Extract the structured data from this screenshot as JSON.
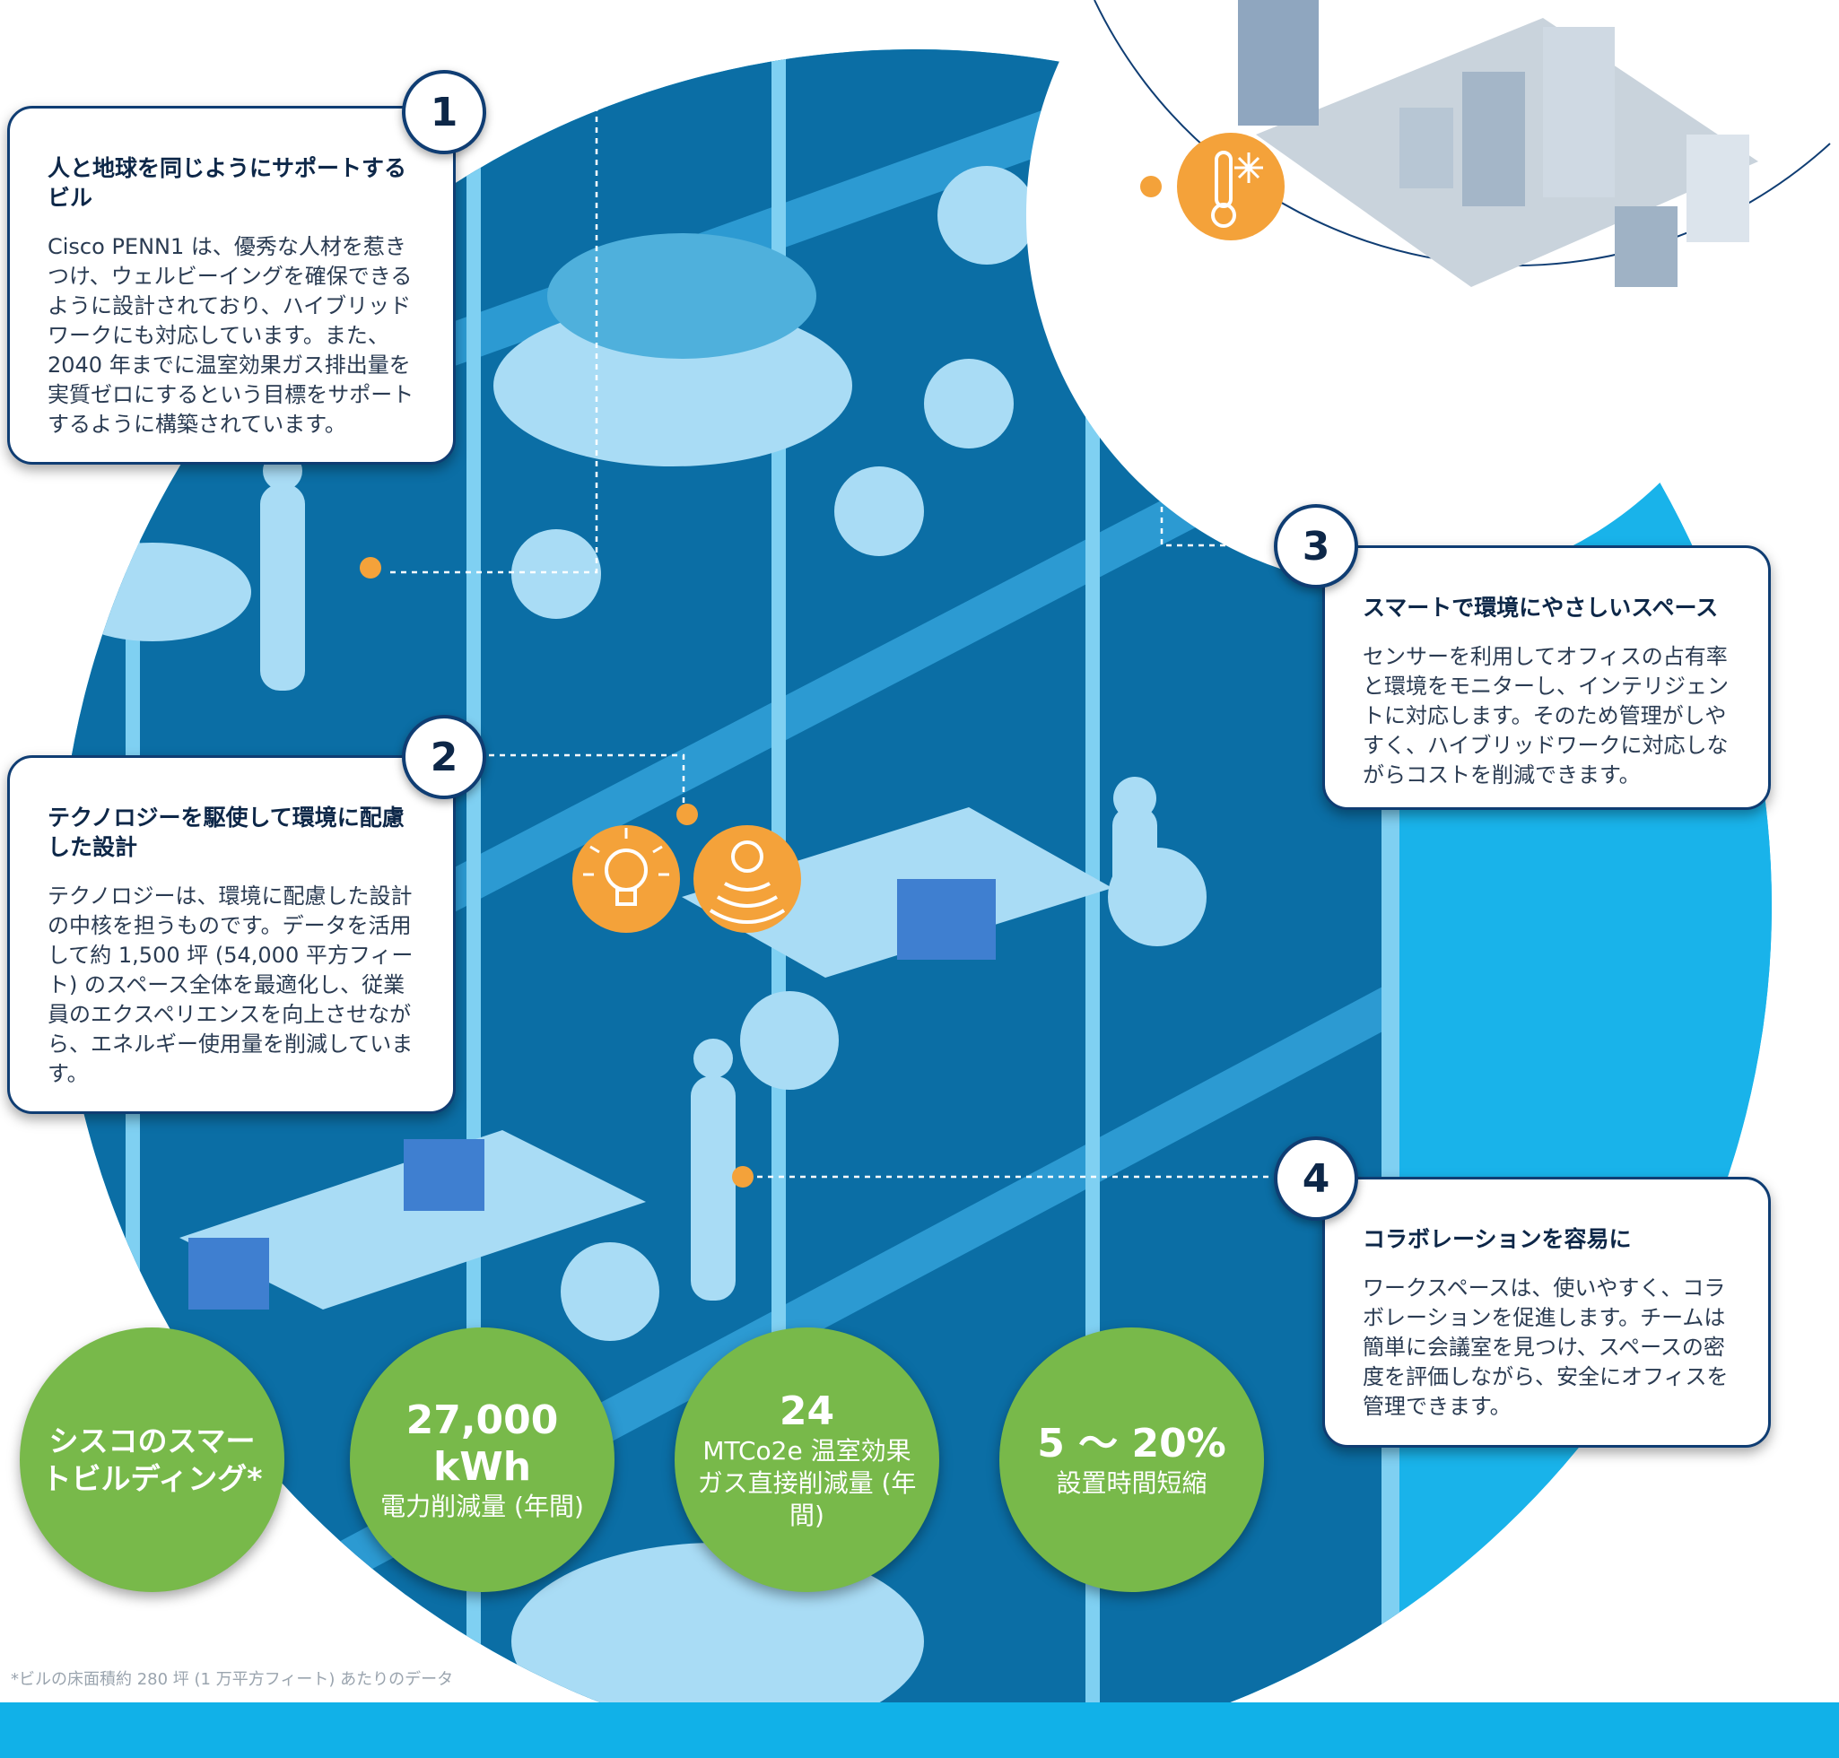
{
  "cards": [
    {
      "number": "1",
      "title": "人と地球を同じようにサポートするビル",
      "body": "Cisco PENN1 は、優秀な人材を惹きつけ、ウェルビーイングを確保できるように設計されており、ハイブリッドワークにも対応しています。また、2040 年までに温室効果ガス排出量を実質ゼロにするという目標をサポートするように構築されています。"
    },
    {
      "number": "2",
      "title": "テクノロジーを駆使して環境に配慮した設計",
      "body": "テクノロジーは、環境に配慮した設計の中核を担うものです。データを活用して約 1,500 坪 (54,000 平方フィート) のスペース全体を最適化し、従業員のエクスペリエンスを向上させながら、エネルギー使用量を削減しています。"
    },
    {
      "number": "3",
      "title": "スマートで環境にやさしいスペース",
      "body": "センサーを利用してオフィスの占有率と環境をモニターし、インテリジェントに対応します。そのため管理がしやすく、ハイブリッドワークに対応しながらコストを削減できます。"
    },
    {
      "number": "4",
      "title": "コラボレーションを容易に",
      "body": "ワークスペースは、使いやすく、コラボレーションを促進します。チームは簡単に会議室を見つけ、スペースの密度を評価しながら、安全にオフィスを管理できます。"
    }
  ],
  "stats": [
    {
      "lead": "シスコのスマートビルディング*"
    },
    {
      "value": "27,000 kWh",
      "label": "電力削減量 (年間)"
    },
    {
      "value": "24",
      "label": "MTCo2e 温室効果ガス直接削減量 (年間)"
    },
    {
      "value": "5 〜 20%",
      "label": "設置時間短縮"
    }
  ],
  "footnote": "*ビルの床面積約 280 坪 (1 万平方フィート) あたりのデータ",
  "colors": {
    "sky": "#1ab4e8",
    "glass": "#0e6fa6",
    "furniture": "#a9dcf5",
    "accent_orange": "#f4a23a",
    "stat_green": "#78b94a",
    "card_border": "#0f3d73"
  },
  "icons": [
    "thermometer-snowflake-icon",
    "lightbulb-icon",
    "motion-sensor-icon"
  ]
}
